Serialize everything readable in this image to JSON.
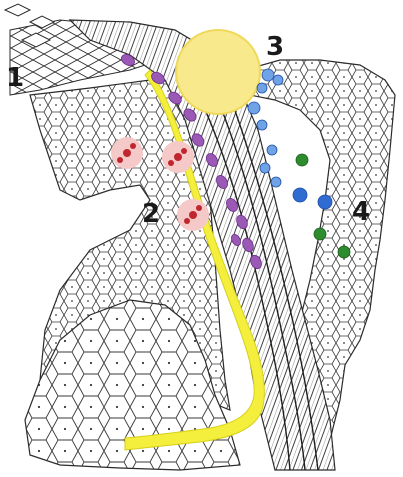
{
  "labels": {
    "one": "1",
    "two": "2",
    "three": "3",
    "four": "4"
  },
  "colors": {
    "line": "#2b2b2b",
    "cell_fill": "#ffffff",
    "yellow": "#f4ef3c",
    "yellow_sun": "#f7e98c",
    "purple": "#9b59b6",
    "red": "#c0262d",
    "red_halo": "#f6c9c9",
    "blue": "#3b7fd1",
    "blue_dark": "#1f4fa8",
    "green": "#2e8b2e"
  }
}
